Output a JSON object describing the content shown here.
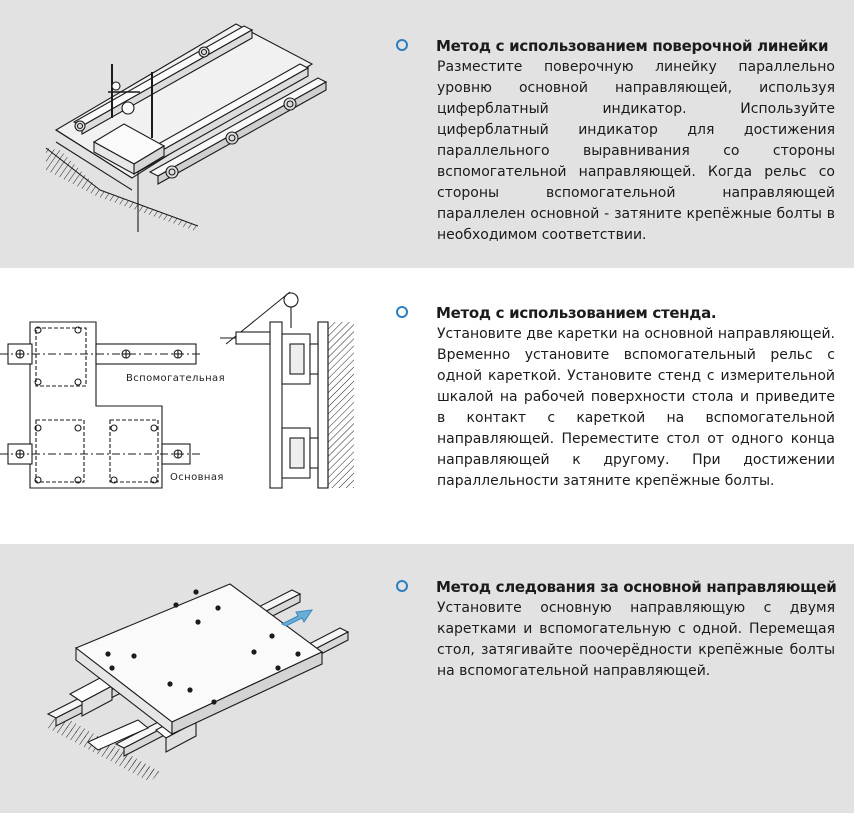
{
  "colors": {
    "accent": "#2b7fc0",
    "panel_gray": "#e2e2e2",
    "arrow_fill": "#6aaed8"
  },
  "sections": [
    {
      "heading": "Метод с использованием поверочной линейки",
      "body": "Разместите поверочную линейку параллельно уровню основной направляющей, используя циферблатный индикатор. Используйте циферблатный индикатор для достижения параллельного выравнивания со стороны вспомогательной направляющей. Когда рельс со стороны вспомогательной направляющей параллелен основной - затяните крепёжные болты в необходимом соответствии."
    },
    {
      "heading": "Метод с использованием стенда.",
      "body": "Установите две каретки на основной направляющей. Временно установите вспомогательный рельс с одной кареткой. Установите стенд с измерительной шкалой на рабочей поверхности стола и приведите в контакт с кареткой на вспомогательной направляющей. Переместите стол от одного конца направляющей к другому. При достижении параллельности затяните крепёжные болты.",
      "diagram_labels": {
        "auxiliary": "Вспомогательная",
        "main": "Основная"
      }
    },
    {
      "heading": "Метод следования за основной направляющей",
      "body": "Установите основную направляющую с двумя каретками и вспомогательную с одной. Перемещая стол, затягивайте поочерёдности крепёжные болты на вспомогательной направляющей."
    }
  ]
}
